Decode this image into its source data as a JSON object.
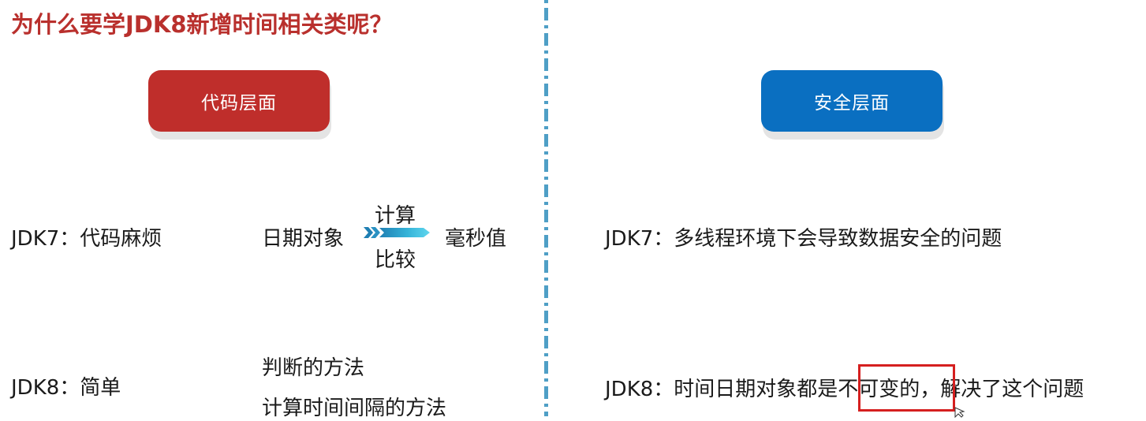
{
  "title": "为什么要学JDK8新增时间相关类呢？",
  "left": {
    "pill_label": "代码层面",
    "row1": {
      "label": "JDK7：代码麻烦",
      "from": "日期对象",
      "arrow_top": "计算",
      "arrow_bottom": "比较",
      "to": "毫秒值"
    },
    "row2": {
      "label": "JDK8：简单",
      "method1": "判断的方法",
      "method2": "计算时间间隔的方法"
    }
  },
  "right": {
    "pill_label": "安全层面",
    "row1": {
      "label": "JDK7：多线程环境下会导致数据安全的问题"
    },
    "row2": {
      "prefix": "JDK8：时间日期对象都是",
      "highlight": "不可变的",
      "suffix": "，解决了这个问题"
    }
  },
  "colors": {
    "title": "#b9302d",
    "left_pill": "#bf2e2b",
    "right_pill": "#0a6fc1",
    "divider": "#4f9fc6",
    "highlight_border": "#d51f1f"
  },
  "icons": {
    "arrow": "double-chevron-arrow-icon",
    "cursor": "mouse-cursor-icon"
  }
}
